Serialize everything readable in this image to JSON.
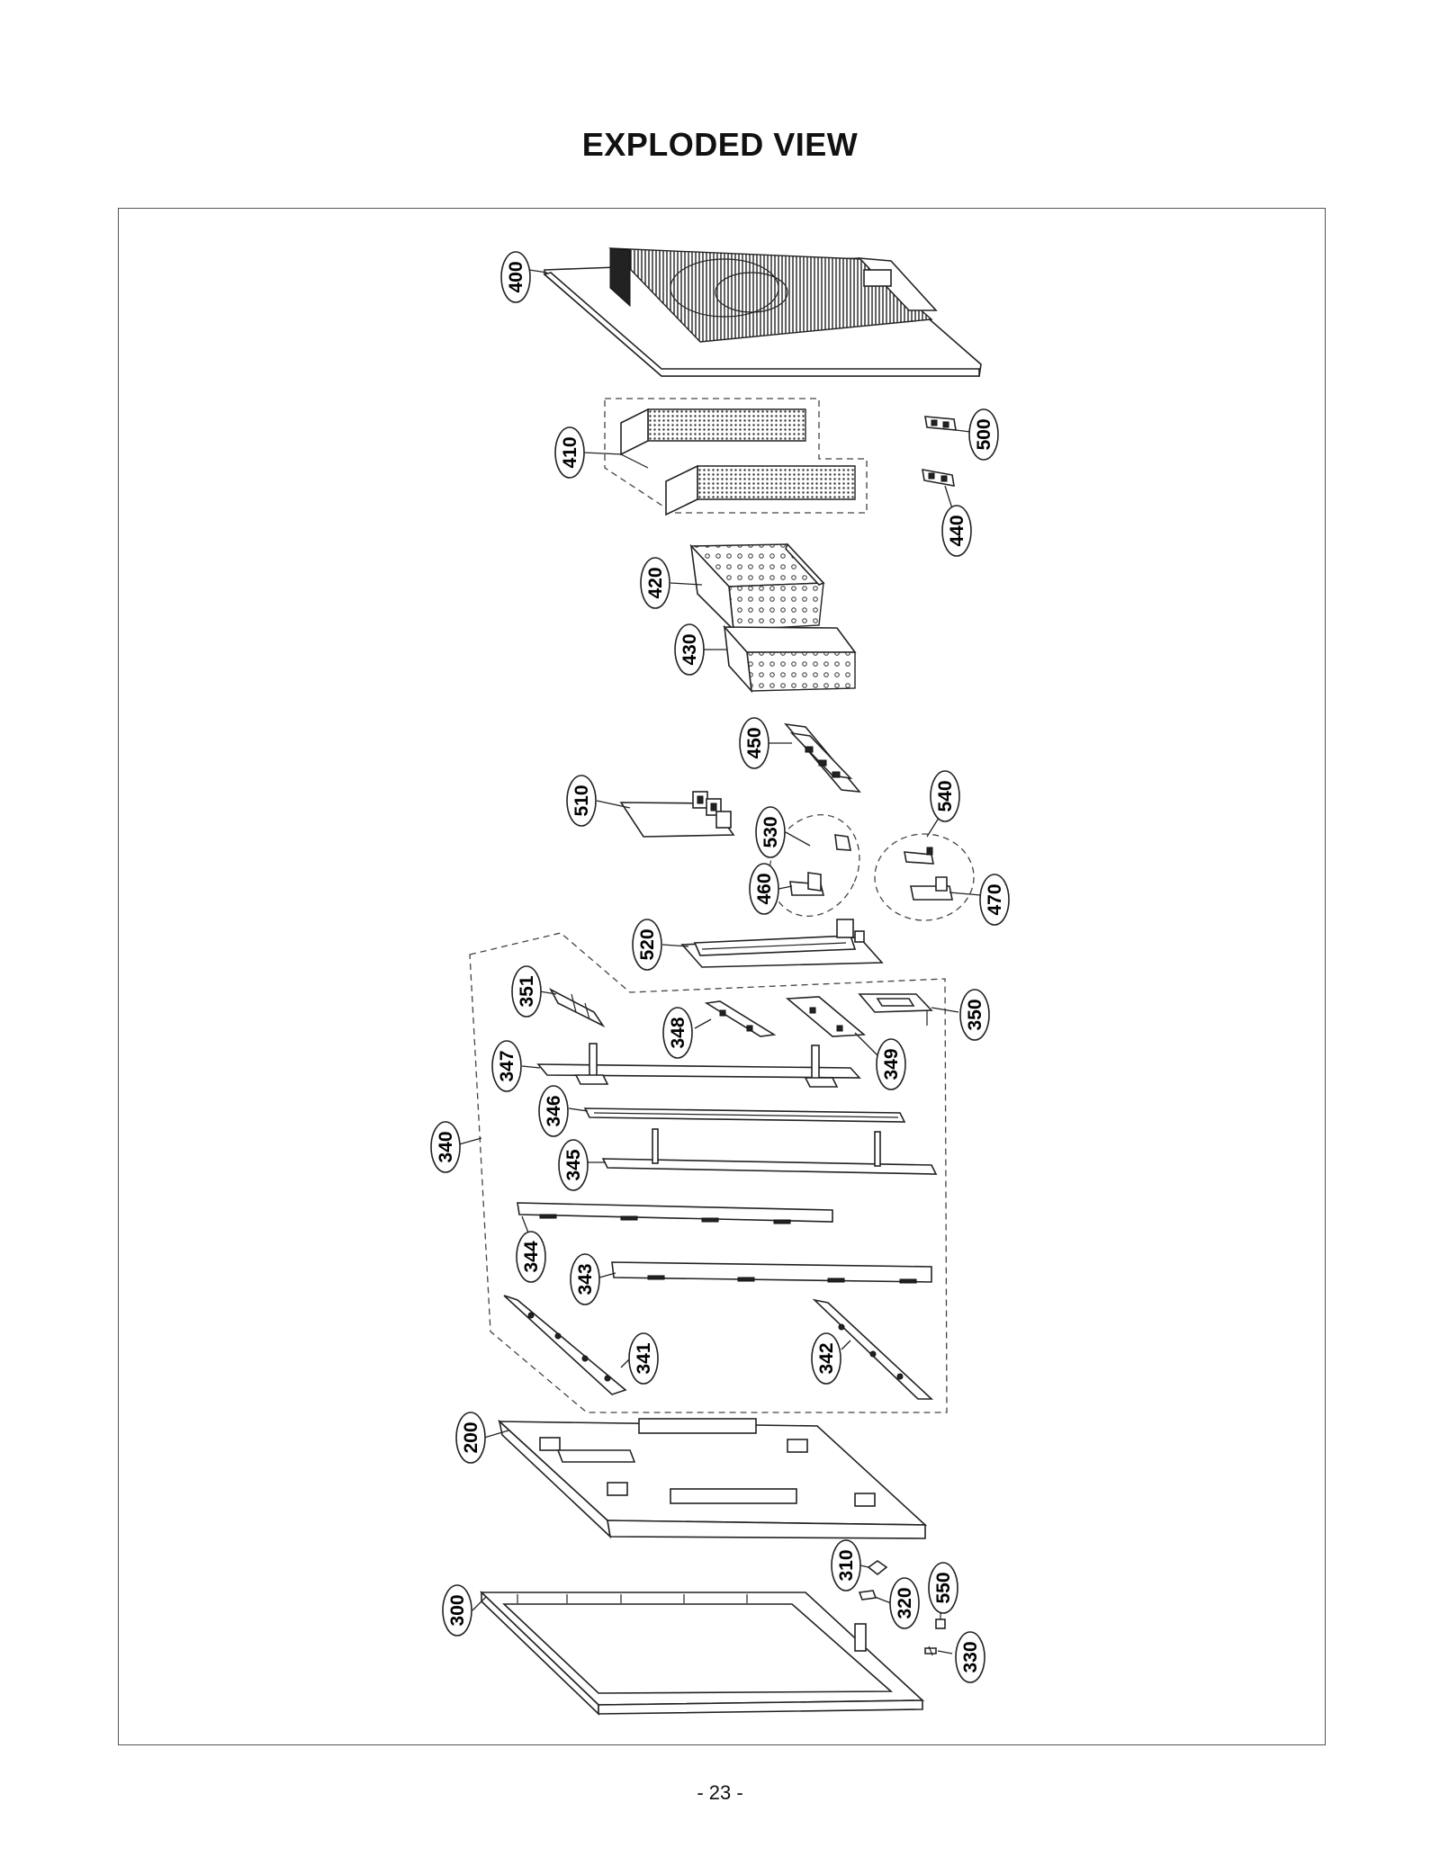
{
  "page": {
    "title": "EXPLODED VIEW",
    "page_number": "- 23 -"
  },
  "diagram": {
    "callouts": [
      "400",
      "410",
      "500",
      "440",
      "420",
      "430",
      "450",
      "510",
      "530",
      "540",
      "460",
      "470",
      "520",
      "351",
      "350",
      "348",
      "349",
      "347",
      "346",
      "340",
      "345",
      "344",
      "343",
      "341",
      "342",
      "200",
      "310",
      "550",
      "320",
      "300",
      "330"
    ]
  }
}
